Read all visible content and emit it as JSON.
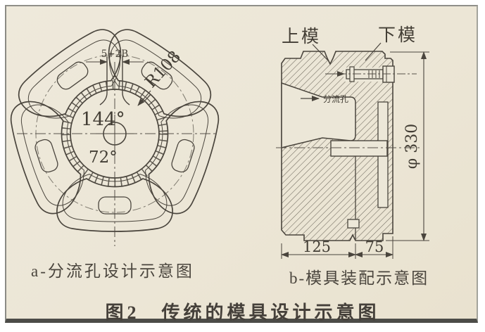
{
  "figure": {
    "main_caption": "图2　传统的模具设计示意图",
    "palette": {
      "paper": "#ece7d8",
      "ink": "#4a453d",
      "hatch": "#6d675c"
    },
    "panel_a": {
      "caption": "a-分流孔设计示意图",
      "dim_bridge": "5+2B",
      "radius_label": "R108",
      "angle_large": "144°",
      "angle_small": "72°"
    },
    "panel_b": {
      "caption": "b-模具装配示意图",
      "label_upper_die": "上模",
      "label_lower_die": "下模",
      "label_port": "分流孔",
      "dim_diameter": "φ 330",
      "dim_width_left": "125",
      "dim_width_right": "75"
    }
  }
}
